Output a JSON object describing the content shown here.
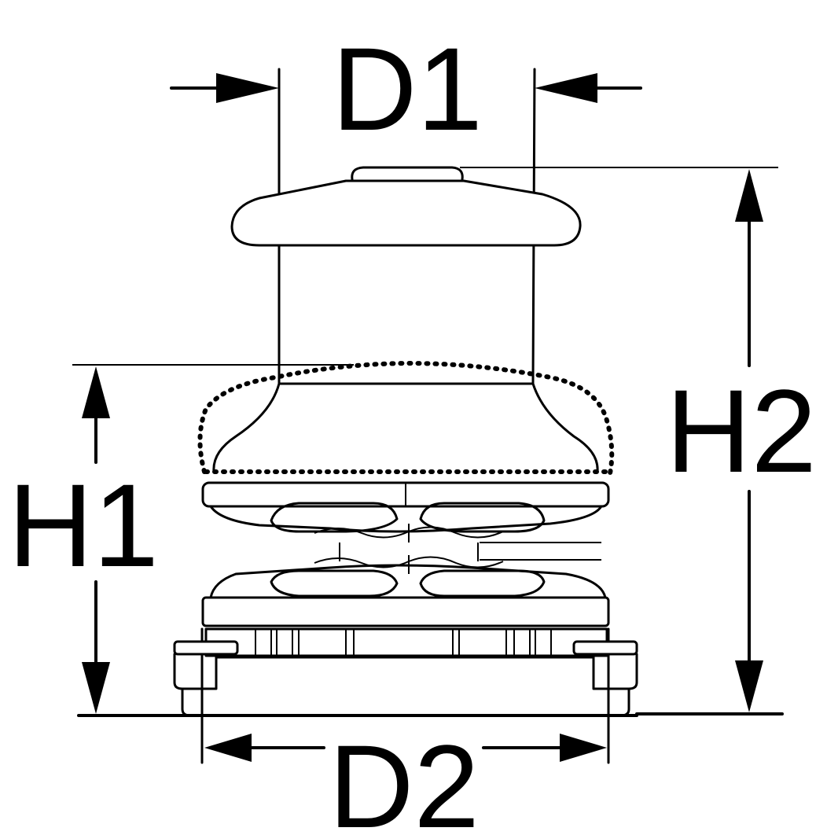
{
  "diagram": {
    "labels": {
      "d1": "D1",
      "d2": "D2",
      "h1": "H1",
      "h2": "H2"
    },
    "colors": {
      "line": "#000000",
      "background": "#ffffff"
    }
  }
}
